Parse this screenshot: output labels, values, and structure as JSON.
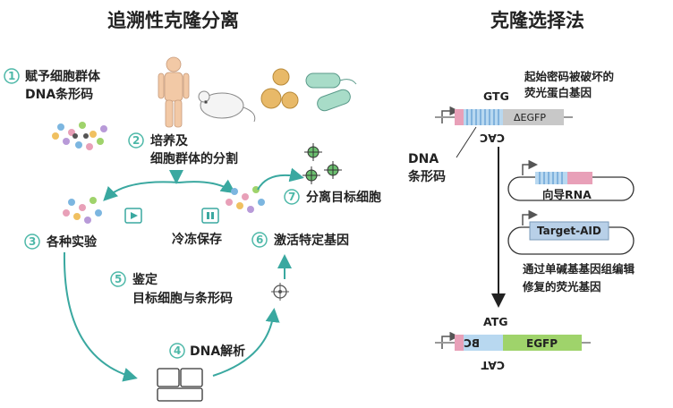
{
  "titles": {
    "left": "追溯性克隆分离",
    "right": "克隆选择法"
  },
  "steps": {
    "s1": {
      "num": "1",
      "line1": "赋予细胞群体",
      "line2": "DNA条形码"
    },
    "s2": {
      "num": "2",
      "line1": "培养及",
      "line2": "细胞群体的分割"
    },
    "s3": {
      "num": "3",
      "line1": "各种实验"
    },
    "s4": {
      "num": "4",
      "line1": "DNA解析"
    },
    "s5": {
      "num": "5",
      "line1": "鉴定",
      "line2": "目标细胞与条形码"
    },
    "s6": {
      "num": "6",
      "line1": "激活特定基因"
    },
    "s7": {
      "num": "7",
      "line1": "分离目标细胞"
    }
  },
  "freeze_label": "冷冻保存",
  "right_panel": {
    "top_label_line1": "起始密码被破坏的",
    "top_label_line2": "荧光蛋白基因",
    "codon_top": "GTG",
    "codon_top_bottom": "CAC",
    "delta_egfp": "ΔEGFP",
    "dna_barcode_line1": "DNA",
    "dna_barcode_line2": "条形码",
    "guide_rna": "向导RNA",
    "target_aid": "Target-AID",
    "repair_line1": "通过单碱基基因组编辑",
    "repair_line2": "修复的荧光基因",
    "codon_bottom": "ATG",
    "codon_bottom_bottom": "CAT",
    "bc": "BC",
    "egfp": "EGFP"
  },
  "colors": {
    "teal": "#3aa8a0",
    "green": "#9fd36b",
    "pink": "#e8a0b8",
    "blue": "#7cb6e0",
    "grey": "#c8c8c8"
  }
}
